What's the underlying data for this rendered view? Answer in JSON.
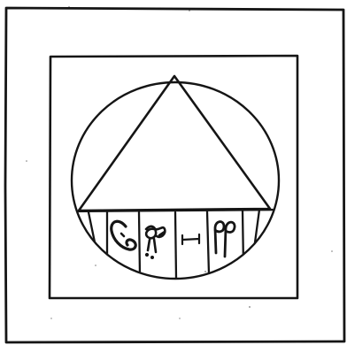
{
  "drawing": {
    "ink_color": "#151515",
    "paper_color": "#ffffff",
    "elements": [
      "outer-frame",
      "inner-frame",
      "circle",
      "triangle",
      "bottom-band",
      "band-dividers",
      "scribble-glyphs"
    ]
  }
}
